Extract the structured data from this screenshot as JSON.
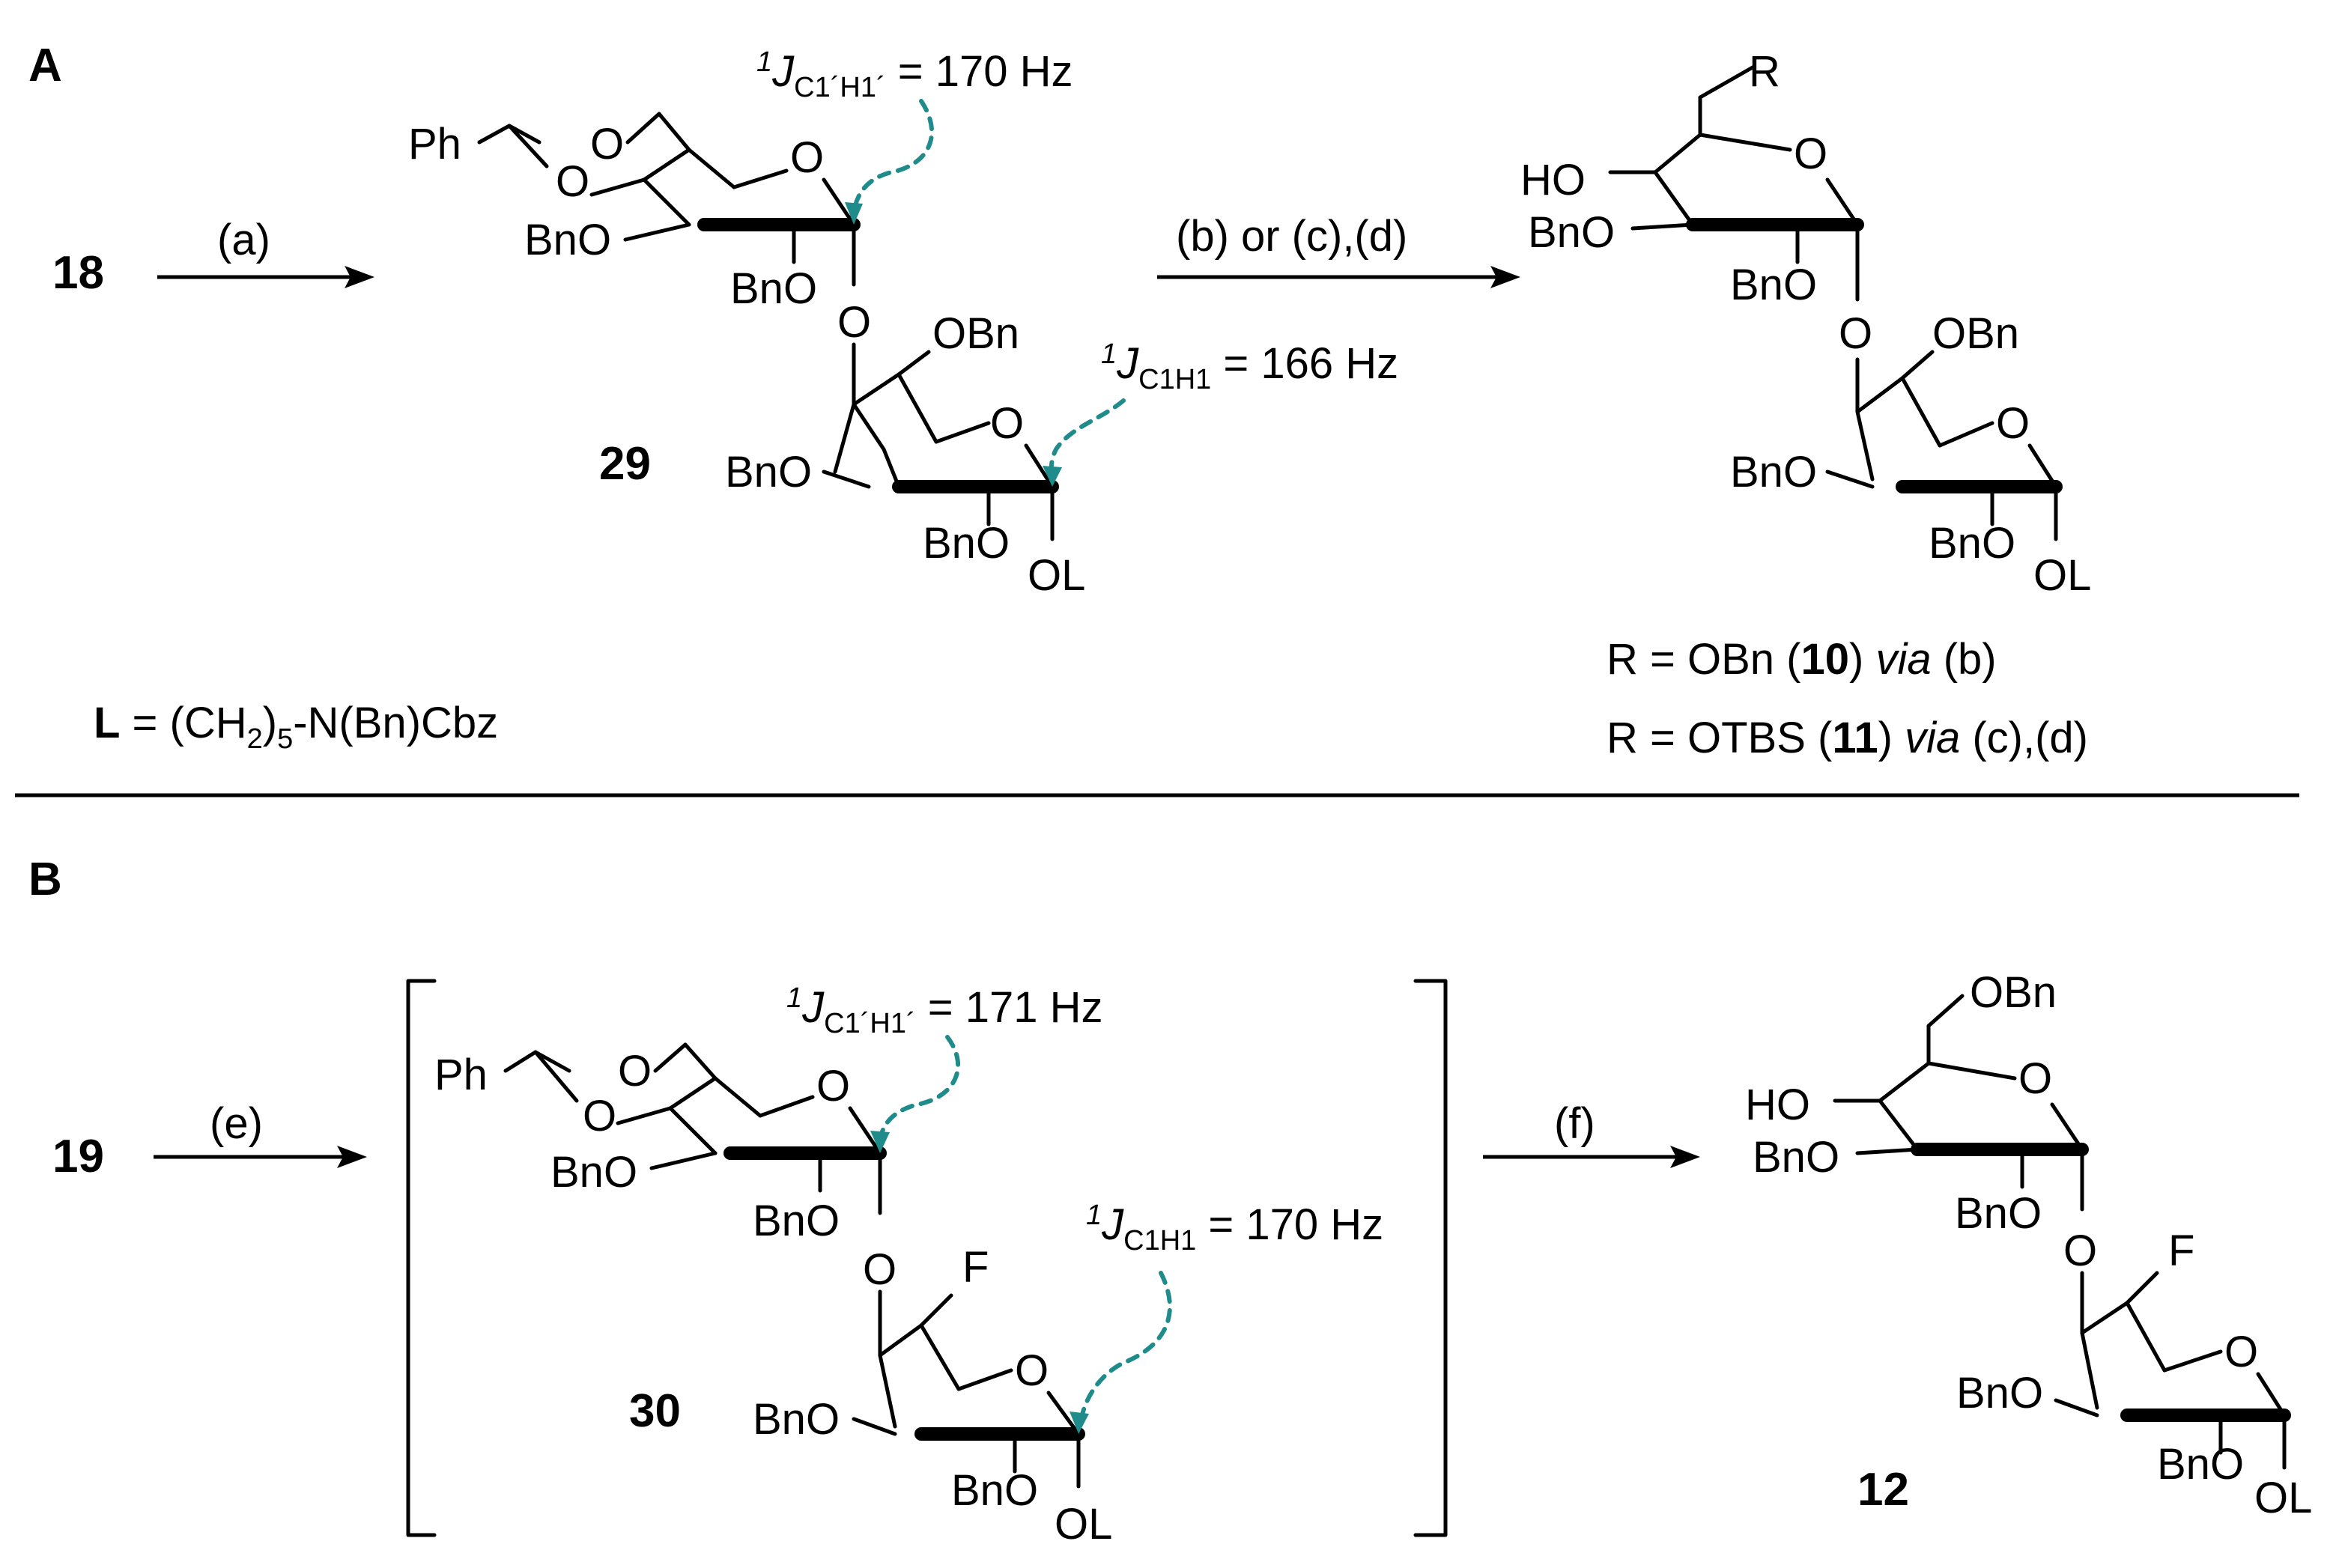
{
  "panels": {
    "a": {
      "label": "A",
      "start_compound": "18",
      "step_a": "(a)",
      "product_29": "29",
      "step_bcd": "(b) or (c),(d)",
      "coupling_top_value": " = 170 Hz",
      "coupling_bottom_value": " = 166 Hz",
      "legend_L_bold": "L",
      "legend_L_rest": " = (CH",
      "legend_L_sub2": "2",
      "legend_L_mid": ")",
      "legend_L_sub5": "5",
      "legend_L_end": "-N(Bn)Cbz",
      "r_line1_pre": "R = OBn (",
      "r_line1_num": "10",
      "r_line1_mid": ") ",
      "r_line1_via": "via",
      "r_line1_end": " (b)",
      "r_line2_pre": "R = OTBS (",
      "r_line2_num": "11",
      "r_line2_mid": ") ",
      "r_line2_via": "via",
      "r_line2_end": " (c),(d)"
    },
    "b": {
      "label": "B",
      "start_compound": "19",
      "step_e": "(e)",
      "intermediate_30": "30",
      "step_f": "(f)",
      "product_12": "12",
      "coupling_top_value": " = 171 Hz",
      "coupling_bottom_value": " = 170 Hz"
    }
  },
  "coupling": {
    "sup": "1",
    "J": "J",
    "sub_prime": "C1´H1´",
    "sub": "C1H1"
  },
  "atoms": {
    "Ph": "Ph",
    "O": "O",
    "BnO": "BnO",
    "OBn": "OBn",
    "OL": "OL",
    "HO": "HO",
    "R": "R",
    "F": "F"
  },
  "colors": {
    "arrow_dashed": "#1f8b8b",
    "ink": "#000000"
  }
}
